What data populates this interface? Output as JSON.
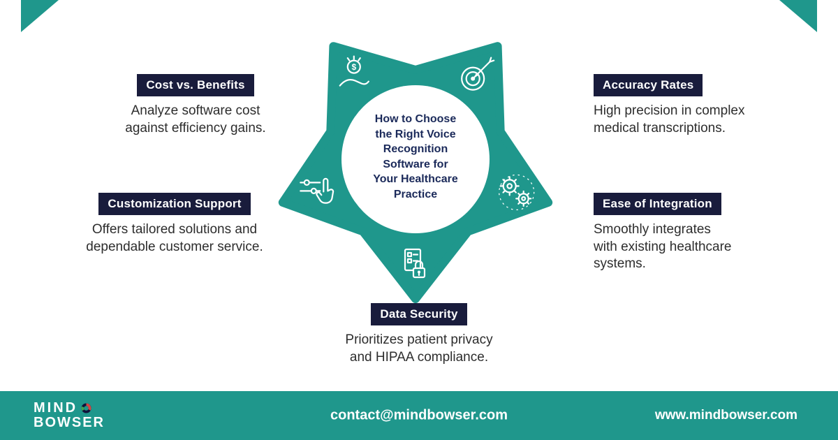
{
  "colors": {
    "teal": "#1f978c",
    "navy": "#191c3c",
    "title_navy": "#1b2a5a",
    "text": "#2d2d2d"
  },
  "center": {
    "title_lines": [
      "How to Choose",
      "the Right Voice",
      "Recognition",
      "Software for",
      "Your Healthcare",
      "Practice"
    ]
  },
  "items": [
    {
      "label": "Cost vs. Benefits",
      "description_lines": [
        "Analyze software cost",
        "against efficiency gains."
      ]
    },
    {
      "label": "Accuracy Rates",
      "description_lines": [
        "High precision in complex",
        "medical transcriptions."
      ]
    },
    {
      "label": "Customization Support",
      "description_lines": [
        "Offers tailored solutions and",
        "dependable customer service."
      ]
    },
    {
      "label": "Ease of Integration",
      "description_lines": [
        "Smoothly integrates",
        "with existing healthcare",
        "systems."
      ]
    },
    {
      "label": "Data Security",
      "description_lines": [
        "Prioritizes patient privacy",
        "and HIPAA compliance."
      ]
    }
  ],
  "icons": {
    "cost": "coin-hand-icon",
    "accuracy": "target-arrow-icon",
    "customization": "hand-sliders-icon",
    "integration": "gears-icon",
    "security": "document-lock-icon"
  },
  "footer": {
    "brand_line1": "MIND",
    "brand_line2": "BOWSER",
    "email": "contact@mindbowser.com",
    "website": "www.mindbowser.com"
  }
}
